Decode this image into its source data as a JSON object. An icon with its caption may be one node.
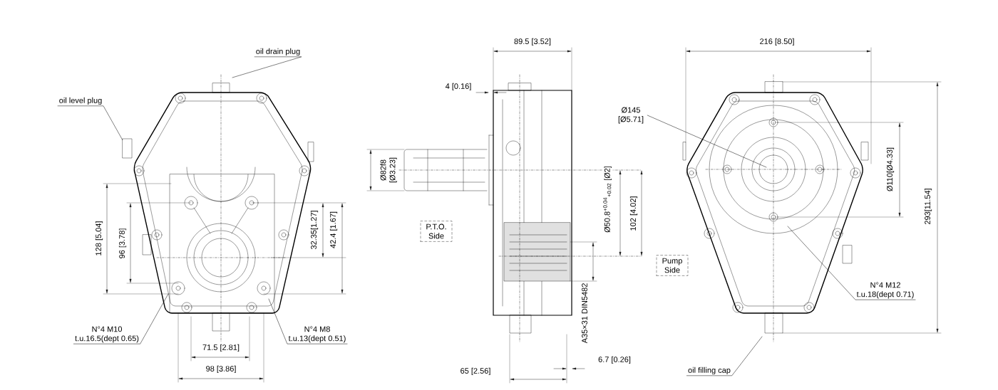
{
  "diagram": {
    "nodes": [
      {
        "text": [
          "oil drain plug"
        ]
      },
      {
        "text": [
          "oil level plug"
        ]
      },
      {
        "text": [
          "N°4 M10",
          "t.u.16.5(dept 0.65)"
        ]
      },
      {
        "text": [
          "N°4 M8",
          "t.u.13(dept 0.51)"
        ]
      },
      {
        "text": [
          "P.T.O. Side"
        ]
      },
      {
        "text": [
          "Ø145 [Ø5.71]"
        ]
      },
      {
        "text": [
          "Pump Side"
        ]
      },
      {
        "text": [
          "N°4 M12",
          "t.u.18(dept 0.71)"
        ]
      },
      {
        "text": [
          "oil filling cap"
        ]
      },
      {
        "text": [],
        "shape": "box"
      }
    ],
    "edges": [
      {
        "from": 0,
        "to": null,
        "arrow": "none"
      },
      {
        "from": 1,
        "to": 9,
        "arrow": "none"
      },
      {
        "from": 2,
        "to": null,
        "arrow": "none"
      },
      {
        "from": 3,
        "to": null,
        "arrow": "none"
      },
      {
        "from": 5,
        "to": null,
        "arrow": "none"
      },
      {
        "from": 7,
        "to": null,
        "arrow": "none"
      },
      {
        "from": 8,
        "to": null,
        "arrow": "none"
      }
    ],
    "labels": [
      "128 [5.04]",
      "96 [3.78]",
      "32.35[1.27]",
      "42.4 [1.67]",
      "71.5 [2.81]",
      "98 [3.86]",
      "89.5 [3.52]",
      "4 [0.16]",
      "Ø82f8 [Ø3.23]",
      "Ø50.8$^{+0.04}$$_{+0.02}$ [Ø2]",
      "102 [4.02]",
      "A35×31 DIN5482",
      "65 [2.56]",
      "6.7 [0.26]",
      "216 [8.50]",
      "Ø110[Ø4.33]",
      "293[11.54]"
    ]
  }
}
